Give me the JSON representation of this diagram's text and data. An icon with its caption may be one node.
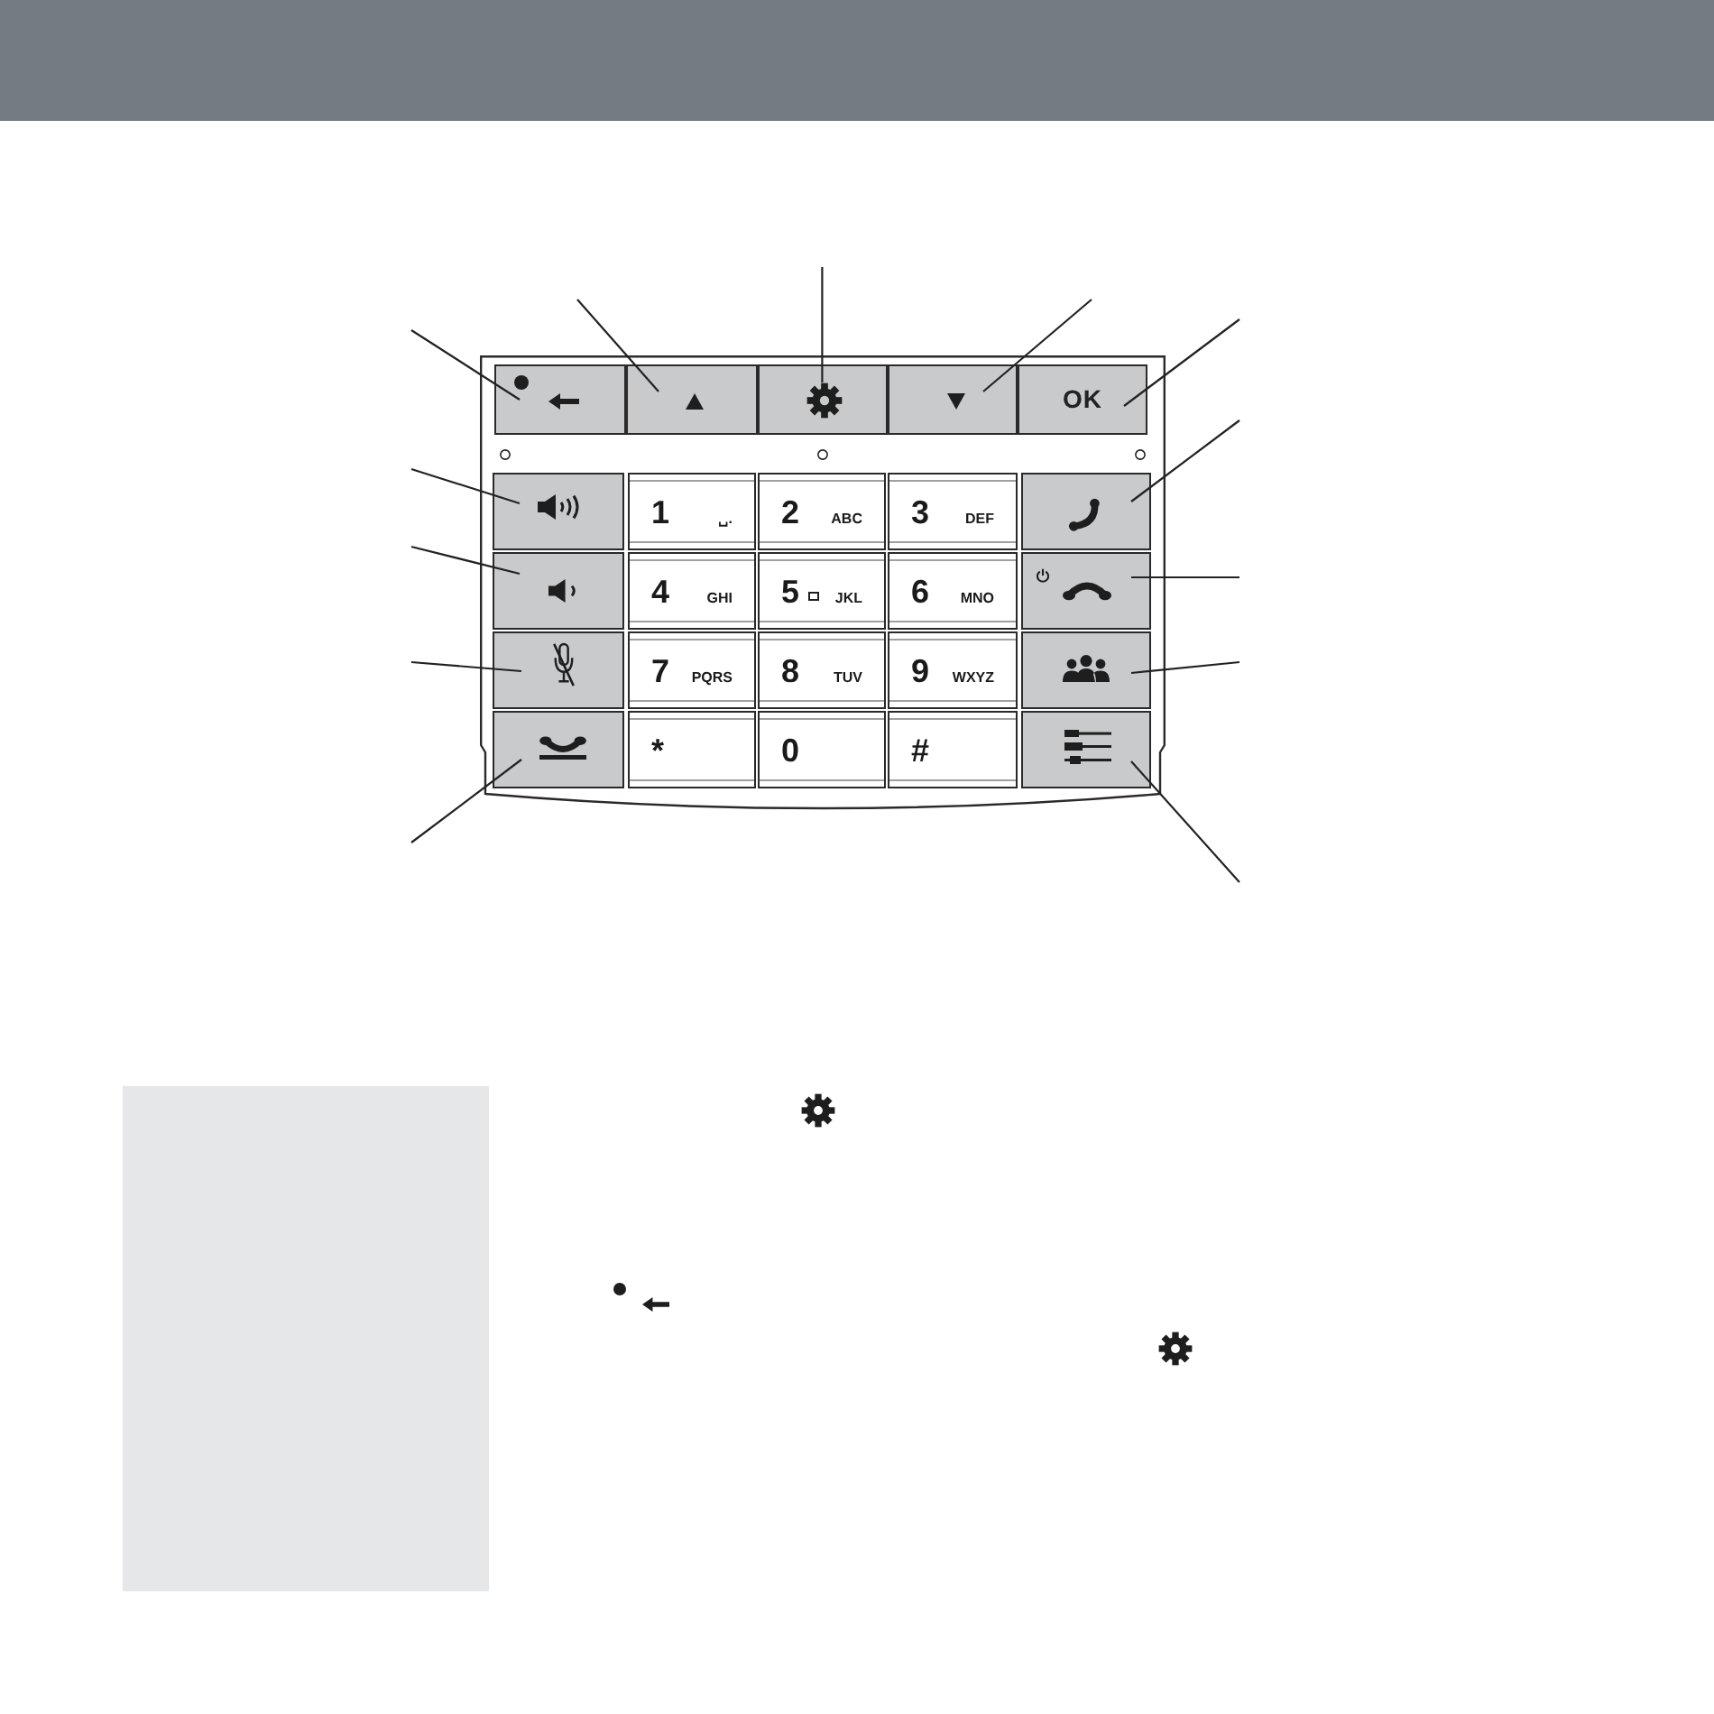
{
  "diagram": {
    "nodes": [
      {
        "text": [],
        "shape": "box"
      },
      {
        "text": [],
        "shape": "box",
        "in": 0
      },
      {
        "text": [],
        "shape": "box",
        "in": 0
      },
      {
        "text": [],
        "shape": "box",
        "in": 0
      },
      {
        "text": [],
        "shape": "box",
        "in": 0
      },
      {
        "text": [
          "OK"
        ],
        "in": 0
      },
      {
        "text": [],
        "shape": "box",
        "in": 0
      },
      {
        "text": [
          "1",
          "␣."
        ],
        "in": 0
      },
      {
        "text": [
          "2",
          "ABC"
        ],
        "in": 0
      },
      {
        "text": [
          "3",
          "DEF"
        ],
        "in": 0
      },
      {
        "text": [],
        "shape": "box",
        "in": 0
      },
      {
        "text": [],
        "shape": "box",
        "in": 0
      },
      {
        "text": [
          "4",
          "GHI"
        ],
        "in": 0
      },
      {
        "text": [
          "5",
          "JKL"
        ],
        "in": 0
      },
      {
        "text": [
          "6",
          "MNO"
        ],
        "in": 0
      },
      {
        "text": [],
        "shape": "box",
        "in": 0
      },
      {
        "text": [],
        "shape": "box",
        "in": 0
      },
      {
        "text": [
          "7",
          "PQRS"
        ],
        "in": 0
      },
      {
        "text": [
          "8",
          "TUV"
        ],
        "in": 0
      },
      {
        "text": [
          "9",
          "WXYZ"
        ],
        "in": 0
      },
      {
        "text": [],
        "shape": "box",
        "in": 0
      },
      {
        "text": [],
        "shape": "box",
        "in": 0
      },
      {
        "text": [
          "*"
        ],
        "in": 0
      },
      {
        "text": [
          "0"
        ],
        "in": 0
      },
      {
        "text": [
          "#"
        ],
        "in": 0
      },
      {
        "text": [],
        "shape": "box",
        "in": 0
      }
    ],
    "edges": [
      {
        "from": null,
        "to": 1,
        "arrow": "none"
      },
      {
        "from": null,
        "to": 2,
        "arrow": "none"
      },
      {
        "from": null,
        "to": 3,
        "arrow": "none"
      },
      {
        "from": null,
        "to": 4,
        "arrow": "none"
      },
      {
        "from": null,
        "to": 5,
        "arrow": "none"
      },
      {
        "from": null,
        "to": 10,
        "arrow": "none"
      },
      {
        "from": null,
        "to": 6,
        "arrow": "none"
      },
      {
        "from": null,
        "to": 11,
        "arrow": "none"
      },
      {
        "from": null,
        "to": 16,
        "arrow": "none"
      },
      {
        "from": null,
        "to": 21,
        "arrow": "none"
      },
      {
        "from": null,
        "to": 15,
        "arrow": "none"
      },
      {
        "from": null,
        "to": 20,
        "arrow": "none"
      },
      {
        "from": null,
        "to": 25,
        "arrow": "none"
      }
    ]
  }
}
